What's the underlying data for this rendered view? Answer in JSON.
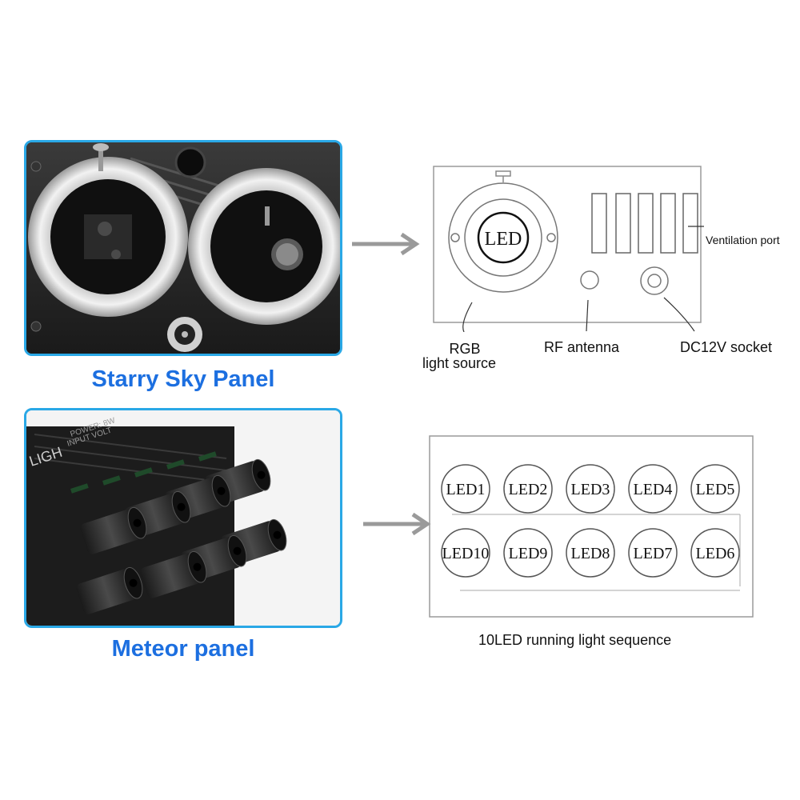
{
  "panels": {
    "starry": {
      "caption": "Starry Sky Panel"
    },
    "meteor": {
      "caption": "Meteor panel",
      "housing_text_1": "LIGH",
      "housing_text_2": "INPUT VOLT",
      "housing_text_3": "POWER: 8W"
    }
  },
  "starry_diagram": {
    "led_label": "LED",
    "ventilation_label": "Ventilation port",
    "rgb_label_line1": "RGB",
    "rgb_label_line2": "light source",
    "rf_label": "RF antenna",
    "dc_label": "DC12V socket"
  },
  "meteor_diagram": {
    "leds_top": [
      "LED1",
      "LED2",
      "LED3",
      "LED4",
      "LED5"
    ],
    "leds_bottom": [
      "LED10",
      "LED9",
      "LED8",
      "LED7",
      "LED6"
    ],
    "caption": "10LED running light sequence"
  },
  "colors": {
    "frame_border": "#2aa8e6",
    "caption_blue": "#1c6fe0",
    "arrow_gray": "#9a9a9a"
  }
}
